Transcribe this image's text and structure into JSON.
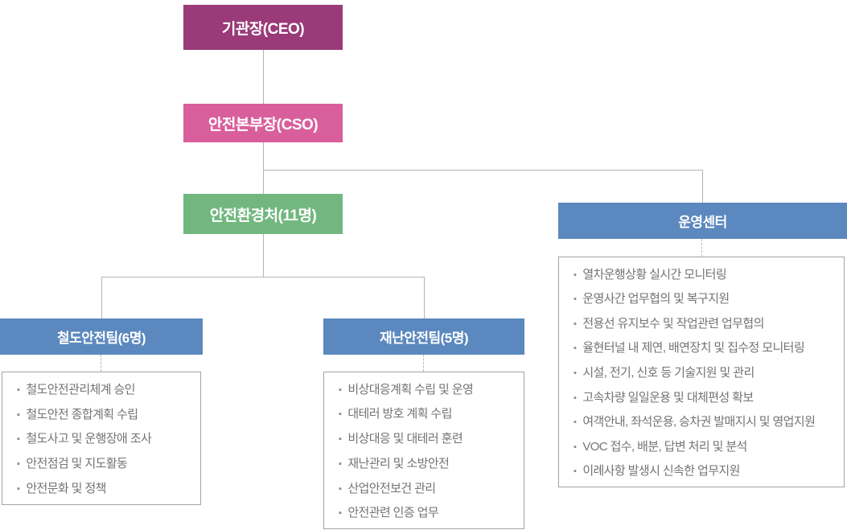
{
  "icons": {
    "bullet": "▪"
  },
  "colors": {
    "ceo_box": "#9a3a78",
    "cso_box": "#d95f9c",
    "dept_box": "#72b87e",
    "team_box": "#5b88be",
    "connector": "#b3b3b3",
    "list_text": "#737373"
  },
  "org": {
    "ceo": {
      "label": "기관장(CEO)"
    },
    "cso": {
      "label": "안전본부장(CSO)"
    },
    "dept": {
      "label": "안전환경처(11명)"
    },
    "teams": [
      {
        "label": "철도안전팀(6명)",
        "duties": [
          "철도안전관리체계 승인",
          "철도안전 종합계획 수립",
          "철도사고 및 운행장애 조사",
          "안전점검 및 지도활동",
          "안전문화 및 정책"
        ]
      },
      {
        "label": "재난안전팀(5명)",
        "duties": [
          "비상대응계획 수립 및 운영",
          "대테러 방호 계획 수립",
          "비상대응 및 대테러 훈련",
          "재난관리 및 소방안전",
          "산업안전보건 관리",
          "안전관련 인증 업무"
        ]
      },
      {
        "label": "운영센터",
        "duties": [
          "열차운행상황 실시간 모니터링",
          "운영사간 업무협의 및 복구지원",
          "전용선 유지보수 및 작업관련 업무협의",
          "율현터널 내 제연, 배연장치 및 집수정 모니터링",
          "시설, 전기, 신호 등 기술지원 및 관리",
          "고속차량 일일운용 및 대체편성 확보",
          "여객안내, 좌석운용, 승차권 발매지시 및 영업지원",
          "VOC 접수, 배분, 답변 처리 및 분석",
          "이례사항 발생시 신속한 업무지원"
        ]
      }
    ]
  }
}
